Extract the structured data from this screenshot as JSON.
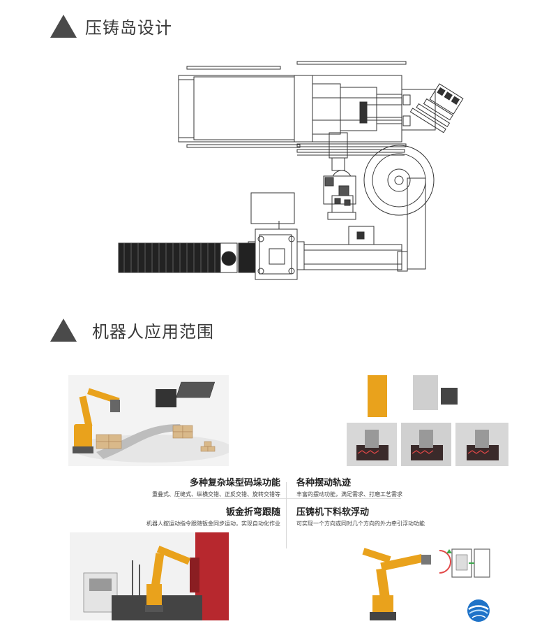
{
  "sections": {
    "layout": {
      "title": "压铸岛设计"
    },
    "applications": {
      "title": "机器人应用范围"
    }
  },
  "features": [
    {
      "title": "多种复杂垛型码垛功能",
      "desc": "重叠式、压缝式、纵横交错、正反交错、旋转交错等"
    },
    {
      "title": "各种摆动轨迹",
      "desc": "丰富的摆动功能，满足需求、打磨工艺需求"
    },
    {
      "title": "钣金折弯跟随",
      "desc": "机器人按运动指令跟随钣金同步运动，实现自动化作业"
    },
    {
      "title": "压铸机下料软浮动",
      "desc": "可实现一个方向或同时几个方向的外力牵引浮动功能"
    }
  ],
  "colors": {
    "robot": "#e9a21c",
    "robot_dark": "#b77a0c",
    "title_triangle": "#4a4a4a",
    "line_drawing": "#333333",
    "press_red": "#b7282e"
  },
  "icons": [
    "triangle-bullet-icon",
    "globe-logo-icon"
  ]
}
